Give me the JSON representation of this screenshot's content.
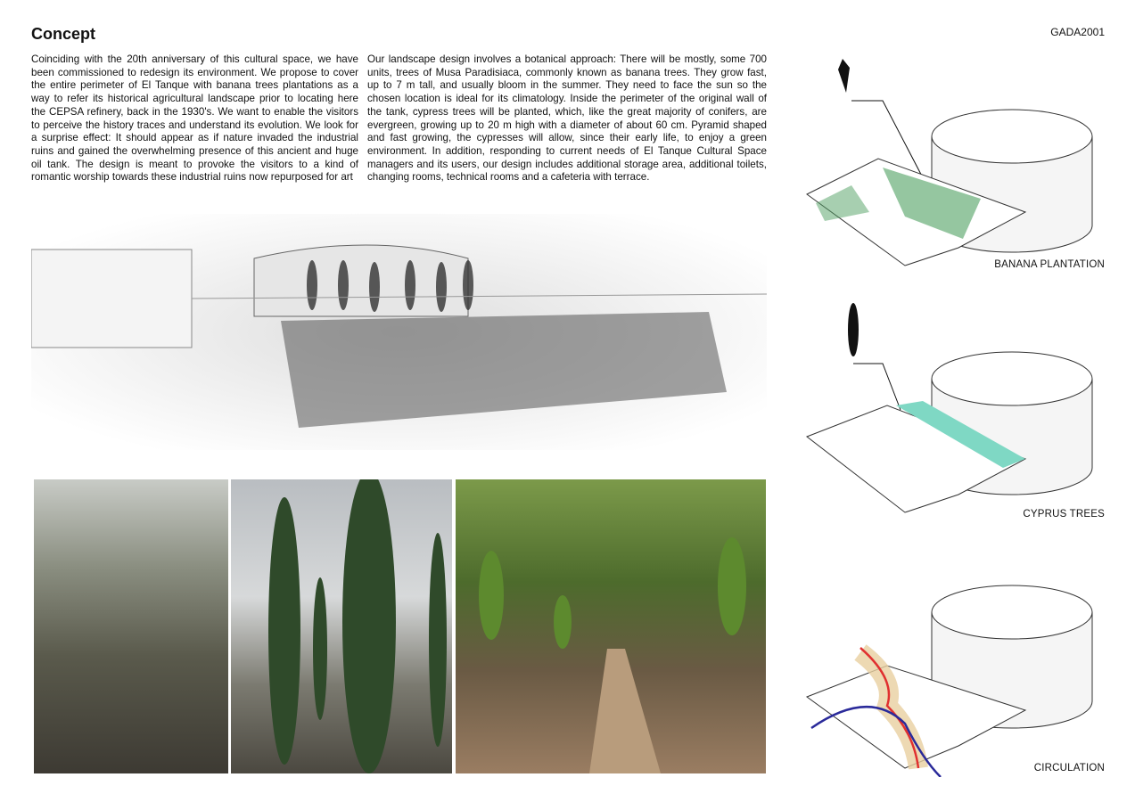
{
  "header": {
    "title": "Concept",
    "code": "GADA2001"
  },
  "text": {
    "paragraph1": "Coinciding with the 20th anniversary of this cultural space, we have been commissioned to redesign its environment. We propose to cover the entire perimeter of El Tanque with banana trees plantations as a way to refer its historical agricultural landscape prior to locating here the CEPSA refinery, back in the 1930's. We want to enable the visitors to perceive the history traces and understand its evolution. We look for a surprise effect: It should appear as if nature invaded the industrial ruins and gained the overwhelming presence of this ancient and huge oil tank. The design is meant to provoke the visitors to a kind of romantic worship towards these industrial ruins now repurposed for art",
    "paragraph2": "Our landscape design involves a botanical approach: There will be mostly, some 700 units, trees of Musa Paradisiaca, commonly known as banana trees. They grow fast, up to 7 m tall, and usually bloom in the summer. They need to face the sun so the chosen location is ideal for its climatology. Inside the perimeter of the original wall of the tank, cypress trees will be planted, which, like the great majority of conifers, are evergreen, growing up to 20 m high with a diameter of about 60 cm. Pyramid shaped and fast growing, the cypresses will allow, since their early life, to enjoy a green environment.  In addition, responding to current needs of El Tanque Cultural Space managers and its users, our design includes additional storage area, additional toilets, changing rooms, technical rooms and a cafeteria with terrace."
  },
  "diagrams": [
    {
      "label": "BANANA PLANTATION",
      "color": "#4fa061"
    },
    {
      "label": "CYPRUS TREES",
      "color": "#7fd8c4"
    },
    {
      "label": "CIRCULATION",
      "color": "#e03030"
    }
  ]
}
